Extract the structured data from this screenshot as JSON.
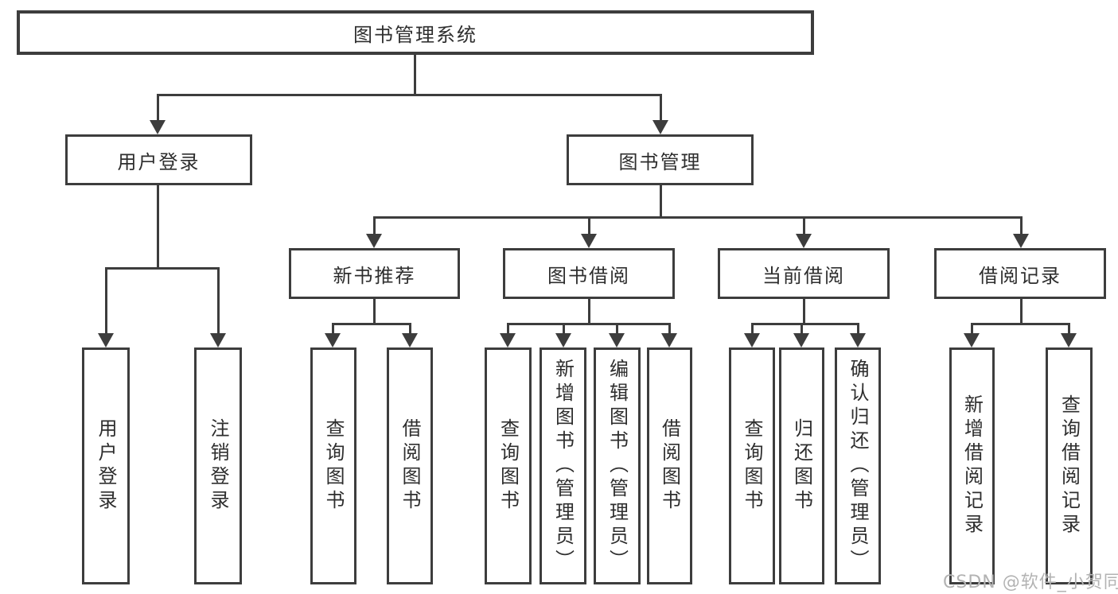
{
  "diagram": {
    "root": {
      "label": "图书管理系统"
    },
    "level2": [
      {
        "id": "user-login",
        "label": "用户登录"
      },
      {
        "id": "book-management",
        "label": "图书管理"
      }
    ],
    "level3": [
      {
        "id": "new-book-recommendation",
        "label": "新书推荐"
      },
      {
        "id": "book-borrowing",
        "label": "图书借阅"
      },
      {
        "id": "current-borrowing",
        "label": "当前借阅"
      },
      {
        "id": "borrowing-records",
        "label": "借阅记录"
      }
    ],
    "leaves": [
      {
        "group": "user-login",
        "label": "用户登录"
      },
      {
        "group": "user-login",
        "label": "注销登录"
      },
      {
        "group": "new-book-recommendation",
        "label": "查询图书"
      },
      {
        "group": "new-book-recommendation",
        "label": "借阅图书"
      },
      {
        "group": "book-borrowing",
        "label": "查询图书"
      },
      {
        "group": "book-borrowing",
        "label": "新增图书（管理员）"
      },
      {
        "group": "book-borrowing",
        "label": "编辑图书（管理员）"
      },
      {
        "group": "book-borrowing",
        "label": "借阅图书"
      },
      {
        "group": "current-borrowing",
        "label": "查询图书"
      },
      {
        "group": "current-borrowing",
        "label": "归还图书"
      },
      {
        "group": "current-borrowing",
        "label": "确认归还（管理员）"
      },
      {
        "group": "borrowing-records",
        "label": "新增借阅记录"
      },
      {
        "group": "borrowing-records",
        "label": "查询借阅记录"
      }
    ],
    "colors": {
      "line": "#3d3d3d",
      "text": "#2e2e2e",
      "background": "#ffffff",
      "watermark": "#b3b3b3"
    }
  },
  "watermark": {
    "text": "CSDN @软件_小贺同学"
  }
}
